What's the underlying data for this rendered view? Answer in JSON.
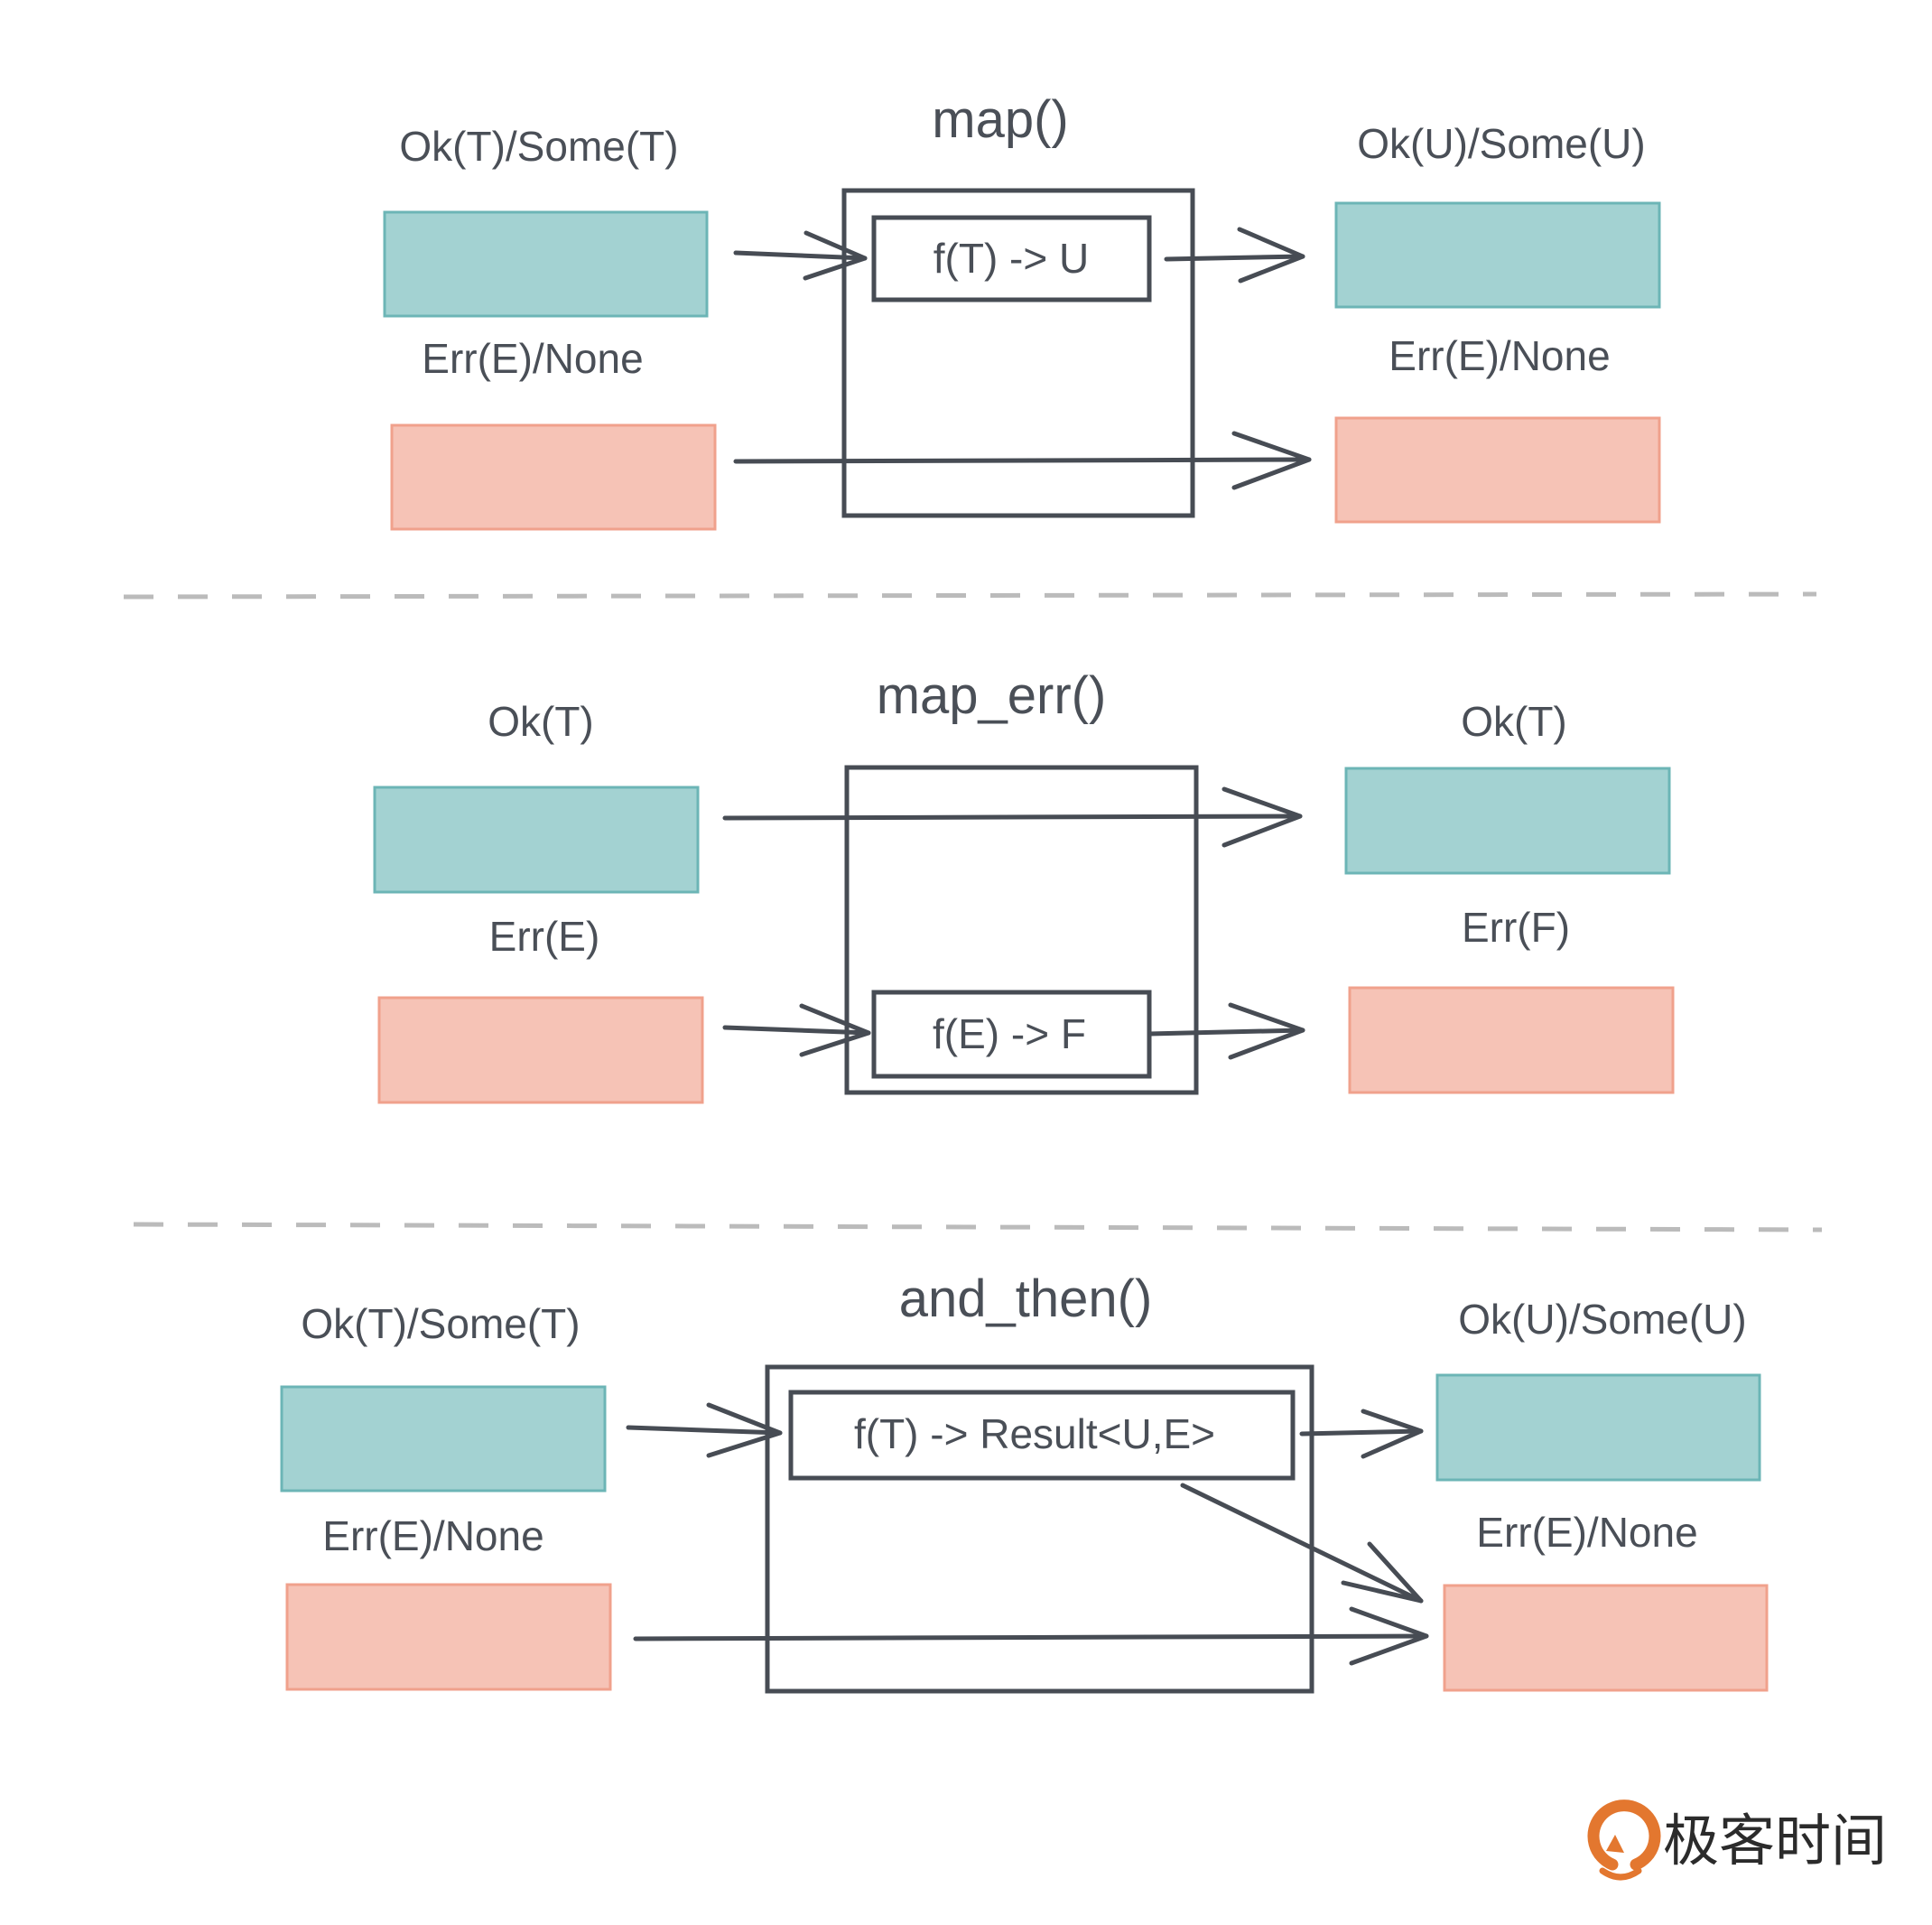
{
  "colors": {
    "ok_fill": "#a3d2d2",
    "ok_stroke": "#6cb5b6",
    "err_fill": "#f6c3b6",
    "err_stroke": "#f0a18c",
    "line": "#474c54",
    "separator": "#bbbbbb",
    "logo_orange": "#e3772f"
  },
  "sections": [
    {
      "title": "map()",
      "left_ok_label": "Ok(T)/Some(T)",
      "left_err_label": "Err(E)/None",
      "right_ok_label": "Ok(U)/Some(U)",
      "right_err_label": "Err(E)/None",
      "function_label": "f(T) -> U"
    },
    {
      "title": "map_err()",
      "left_ok_label": "Ok(T)",
      "left_err_label": "Err(E)",
      "right_ok_label": "Ok(T)",
      "right_err_label": "Err(F)",
      "function_label": "f(E) -> F"
    },
    {
      "title": "and_then()",
      "left_ok_label": "Ok(T)/Some(T)",
      "left_err_label": "Err(E)/None",
      "right_ok_label": "Ok(U)/Some(U)",
      "right_err_label": "Err(E)/None",
      "function_label": "f(T) -> Result<U,E>"
    }
  ],
  "logo": {
    "icon": "geektime-logo-icon",
    "text": "极客时间"
  }
}
